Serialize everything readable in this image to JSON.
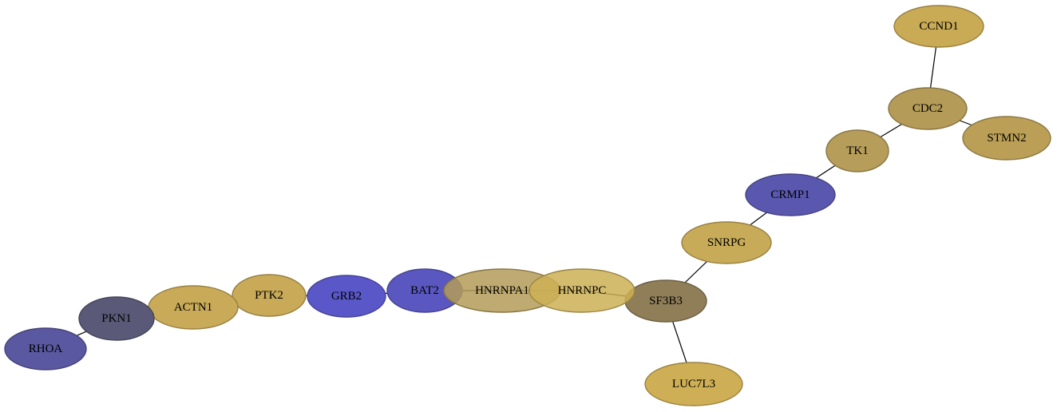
{
  "colors": {
    "gold": "#c4a94c",
    "olive_gold": "#b39c56",
    "blue": "#5a58c0",
    "slate": "#505070",
    "dark_olive": "#8a7a52",
    "muted_blue": "#5a58a0",
    "gold_stroke": "#a8902e",
    "blue_stroke": "#3a38a0"
  },
  "nodes": [
    {
      "id": "CCND1",
      "label": "CCND1",
      "color": "#c9aa55"
    },
    {
      "id": "CDC2",
      "label": "CDC2",
      "color": "#b49b58"
    },
    {
      "id": "STMN2",
      "label": "STMN2",
      "color": "#bb9f57"
    },
    {
      "id": "TK1",
      "label": "TK1",
      "color": "#b69d5a"
    },
    {
      "id": "CRMP1",
      "label": "CRMP1",
      "color": "#5a58ae"
    },
    {
      "id": "SNRPG",
      "label": "SNRPG",
      "color": "#c8ab58"
    },
    {
      "id": "SF3B3",
      "label": "SF3B3",
      "color": "#8f7e58"
    },
    {
      "id": "LUC7L3",
      "label": "LUC7L3",
      "color": "#ceaf55"
    },
    {
      "id": "HNRNPC",
      "label": "HNRNPC",
      "color": "#cdb055"
    },
    {
      "id": "HNRNPA1",
      "label": "HNRNPA1",
      "color": "#b49c58"
    },
    {
      "id": "BAT2",
      "label": "BAT2",
      "color": "#5a58c0"
    },
    {
      "id": "GRB2",
      "label": "GRB2",
      "color": "#5a58c8"
    },
    {
      "id": "PTK2",
      "label": "PTK2",
      "color": "#c9aa58"
    },
    {
      "id": "ACTN1",
      "label": "ACTN1",
      "color": "#c9aa58"
    },
    {
      "id": "PKN1",
      "label": "PKN1",
      "color": "#5a5a78"
    },
    {
      "id": "RHOA",
      "label": "RHOA",
      "color": "#5a58a0"
    }
  ],
  "edges": [
    [
      "CCND1",
      "CDC2"
    ],
    [
      "CDC2",
      "STMN2"
    ],
    [
      "CDC2",
      "TK1"
    ],
    [
      "TK1",
      "CRMP1"
    ],
    [
      "CRMP1",
      "SNRPG"
    ],
    [
      "SNRPG",
      "SF3B3"
    ],
    [
      "SF3B3",
      "LUC7L3"
    ],
    [
      "SF3B3",
      "HNRNPC"
    ],
    [
      "HNRNPC",
      "HNRNPA1"
    ],
    [
      "HNRNPA1",
      "BAT2"
    ],
    [
      "BAT2",
      "GRB2"
    ],
    [
      "GRB2",
      "PTK2"
    ],
    [
      "PTK2",
      "ACTN1"
    ],
    [
      "ACTN1",
      "PKN1"
    ],
    [
      "PKN1",
      "RHOA"
    ]
  ]
}
